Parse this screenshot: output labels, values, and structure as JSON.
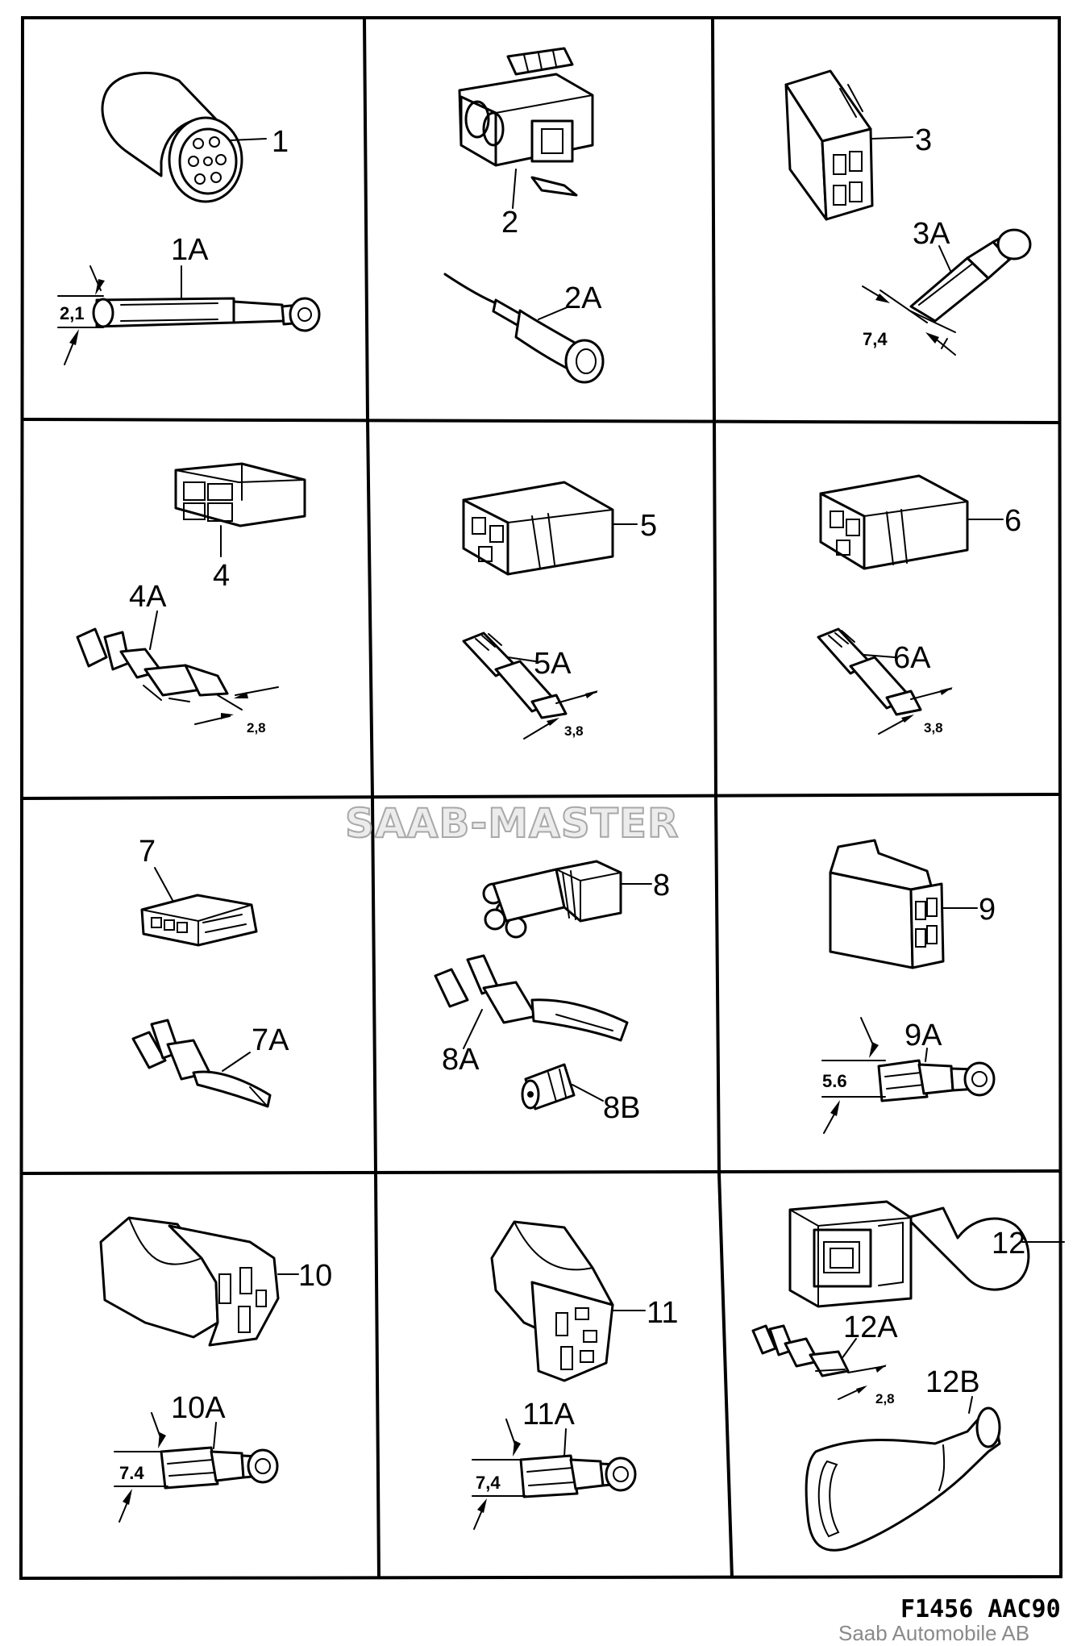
{
  "cells": [
    {
      "label": "1",
      "terminal_label": "1A",
      "dimension": "2,1"
    },
    {
      "label": "2",
      "terminal_label": "2A"
    },
    {
      "label": "3",
      "terminal_label": "3A",
      "dimension": "7,4"
    },
    {
      "label": "4",
      "terminal_label": "4A",
      "dimension": "2,8"
    },
    {
      "label": "5",
      "terminal_label": "5A",
      "dimension": "3,8"
    },
    {
      "label": "6",
      "terminal_label": "6A",
      "dimension": "3,8"
    },
    {
      "label": "7",
      "terminal_label": "7A"
    },
    {
      "label": "8",
      "terminal_label": "8A",
      "extra_label": "8B"
    },
    {
      "label": "9",
      "terminal_label": "9A",
      "dimension": "5.6"
    },
    {
      "label": "10",
      "terminal_label": "10A",
      "dimension": "7.4"
    },
    {
      "label": "11",
      "terminal_label": "11A",
      "dimension": "7,4"
    },
    {
      "label": "12",
      "terminal_label": "12A",
      "extra_label": "12B",
      "dimension": "2,8"
    }
  ],
  "watermark": "SAAB-MASTER",
  "figure_code": "F1456  AAC90",
  "copyright": "Saab Automobile AB"
}
